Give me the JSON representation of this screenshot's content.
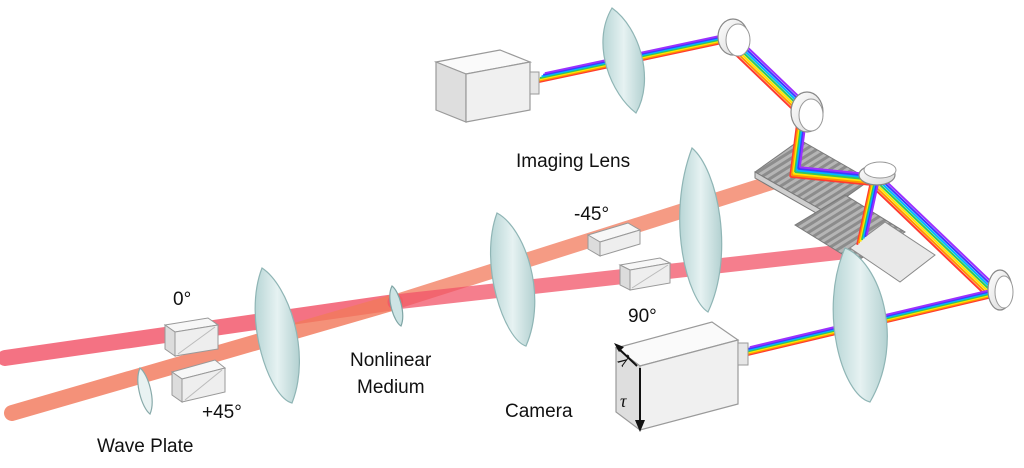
{
  "labels": {
    "imaging_lens": "Imaging Lens",
    "angle_neg45": "-45°",
    "angle_90": "90°",
    "angle_0": "0°",
    "angle_pos45": "+45°",
    "nonlinear_line1": "Nonlinear",
    "nonlinear_line2": "Medium",
    "camera": "Camera",
    "wave_plate": "Wave Plate",
    "axis_lambda": "λ",
    "axis_tau": "τ"
  },
  "colors": {
    "beam_red": "#f25468",
    "beam_orange": "#f27a5c",
    "lens_fill": "#cde4e4",
    "lens_stroke": "#8fb5b5",
    "box_fill": "#f2f2f2",
    "box_stroke": "#9a9a9a",
    "grating_fill": "#a8a8a8",
    "rainbow": [
      "#ff3b30",
      "#ff9500",
      "#ffe600",
      "#34c759",
      "#00b7ff",
      "#3b3bff",
      "#9b30ff"
    ]
  }
}
